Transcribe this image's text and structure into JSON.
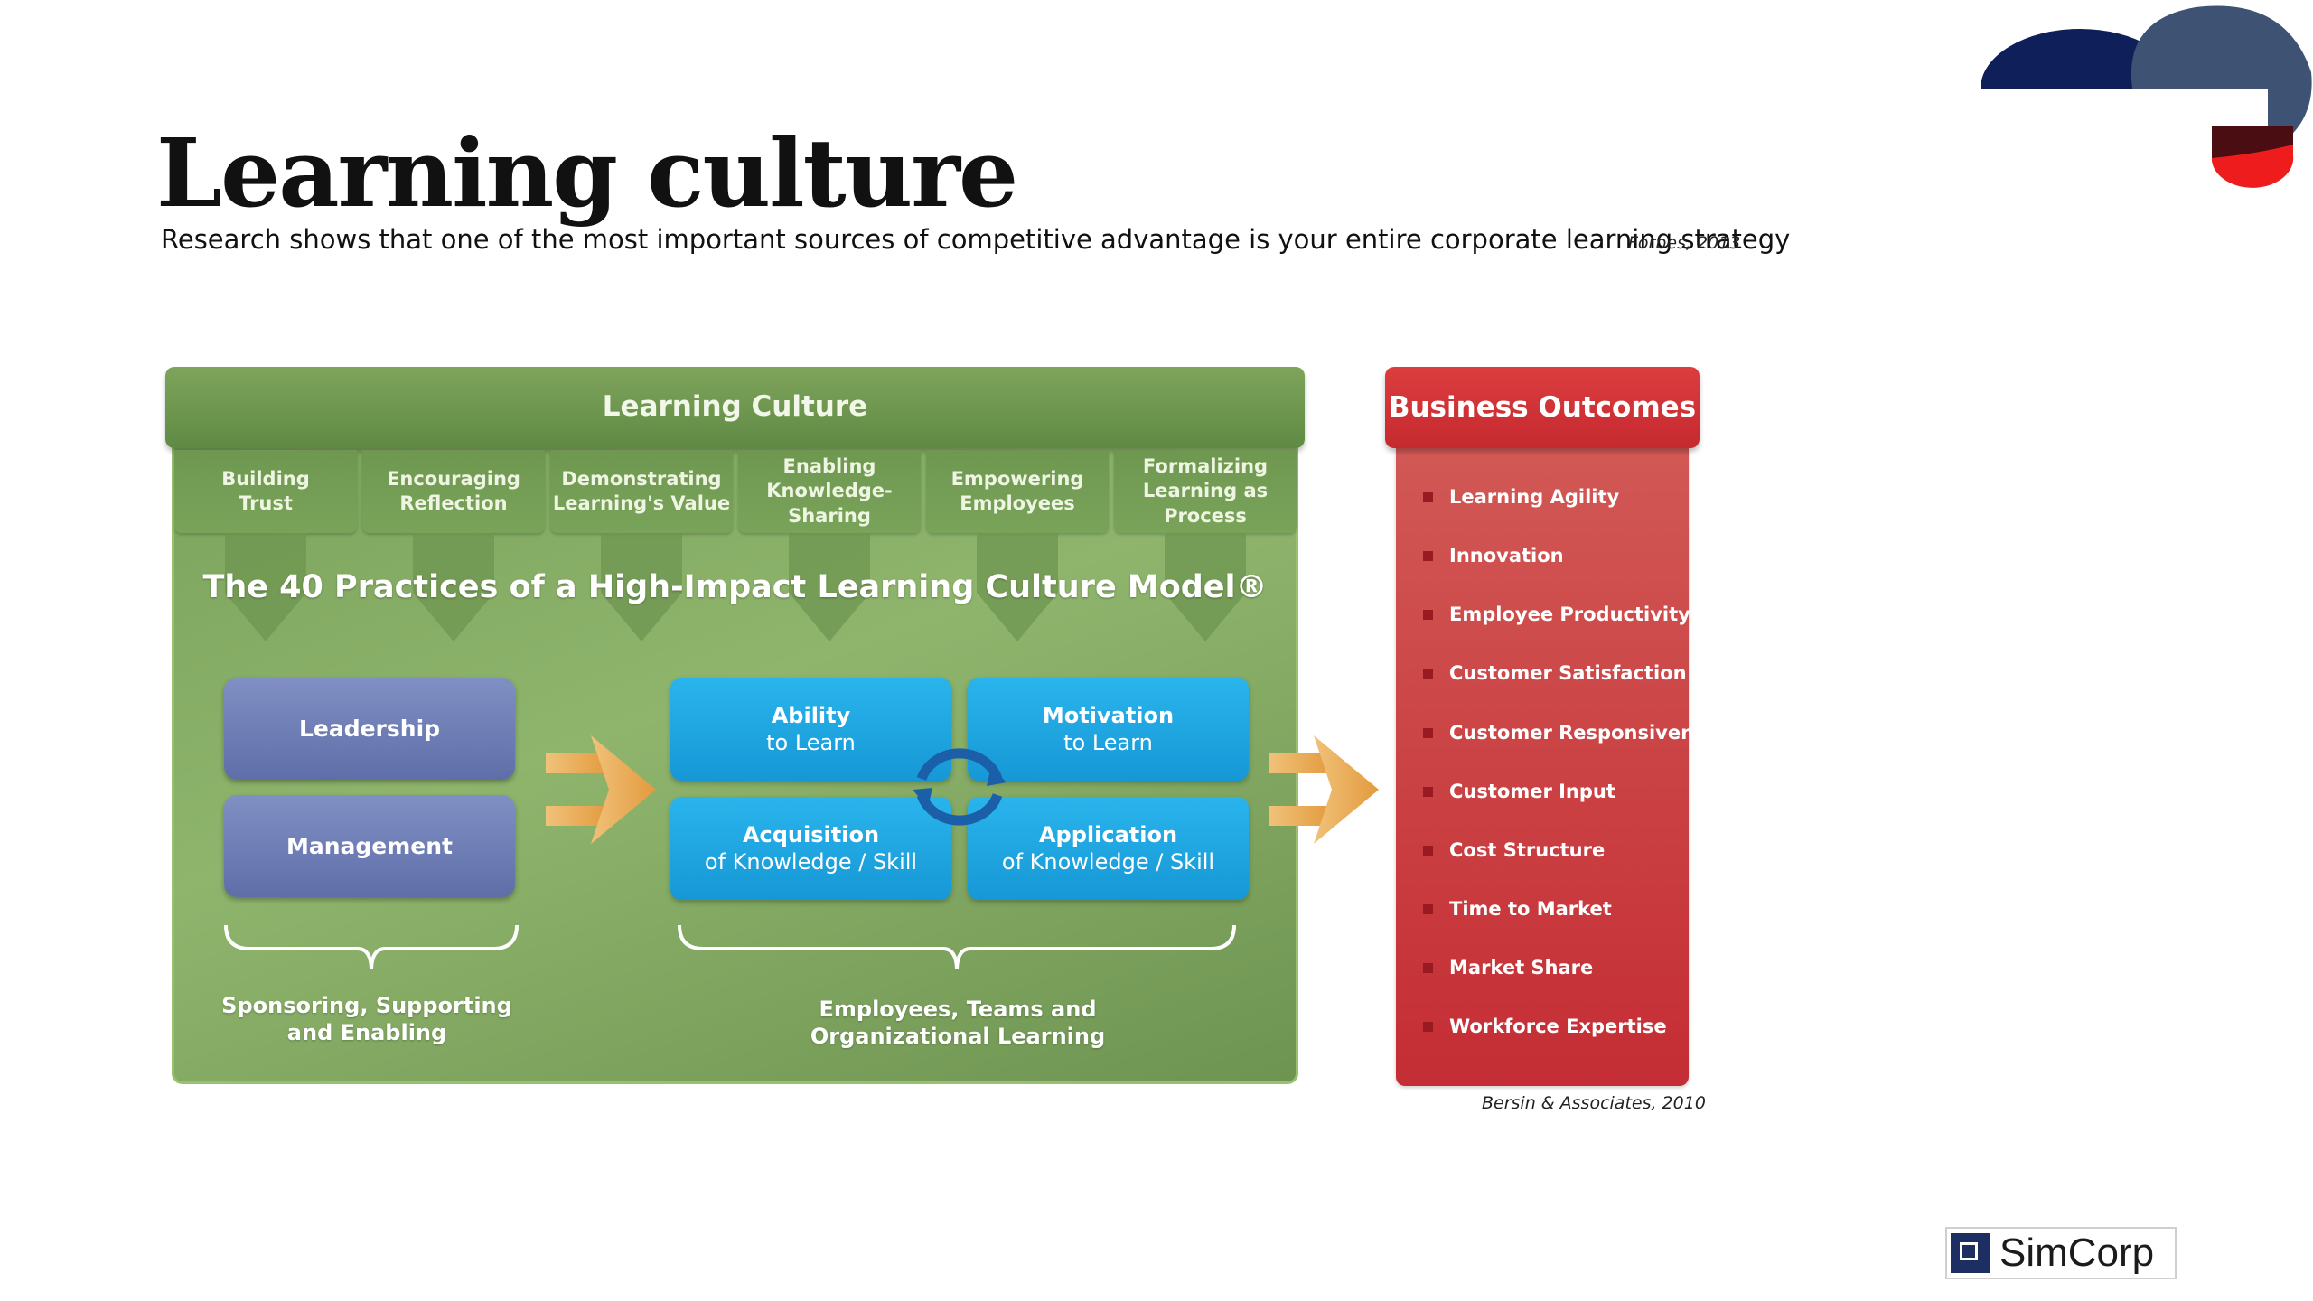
{
  "slide": {
    "title": "Learning culture",
    "subtitle": "Research shows that one of the most important sources of competitive advantage is your entire corporate learning strategy",
    "subtitle_source": "Forbes, 2013"
  },
  "learning_culture": {
    "header": "Learning Culture",
    "practices": [
      {
        "line1": "Building",
        "line2": "Trust"
      },
      {
        "line1": "Encouraging",
        "line2": "Reflection"
      },
      {
        "line1": "Demonstrating",
        "line2": "Learning's Value"
      },
      {
        "line1": "Enabling",
        "line2": "Knowledge-Sharing"
      },
      {
        "line1": "Empowering",
        "line2": "Employees"
      },
      {
        "line1": "Formalizing",
        "line2": "Learning as Process"
      }
    ],
    "model_title": "The 40 Practices of a High-Impact  Learning Culture Model®",
    "leadership": "Leadership",
    "management": "Management",
    "cycle": [
      {
        "line1": "Ability",
        "line2": "to Learn"
      },
      {
        "line1": "Motivation",
        "line2": "to Learn"
      },
      {
        "line1": "Acquisition",
        "line2": "of Knowledge / Skill"
      },
      {
        "line1": "Application",
        "line2": "of Knowledge / Skill"
      }
    ],
    "left_brace_label": {
      "line1": "Sponsoring, Supporting",
      "line2": "and Enabling"
    },
    "right_brace_label": {
      "line1": "Employees, Teams and",
      "line2": "Organizational Learning"
    }
  },
  "business_outcomes": {
    "header": "Business Outcomes",
    "items": [
      "Learning Agility",
      "Innovation",
      "Employee Productivity",
      "Customer Satisfaction",
      "Customer Responsiveness",
      "Customer Input",
      "Cost Structure",
      "Time to Market",
      "Market Share",
      "Workforce Expertise"
    ],
    "source": "Bersin & Associates, 2010"
  },
  "logo": {
    "text": "SimCorp"
  },
  "colors": {
    "green": "#7aa25a",
    "red": "#c42d34",
    "blue": "#1ca3e0",
    "purple": "#6b7ab3",
    "arrow": "#e8a650",
    "navy": "#0e1f5a"
  }
}
